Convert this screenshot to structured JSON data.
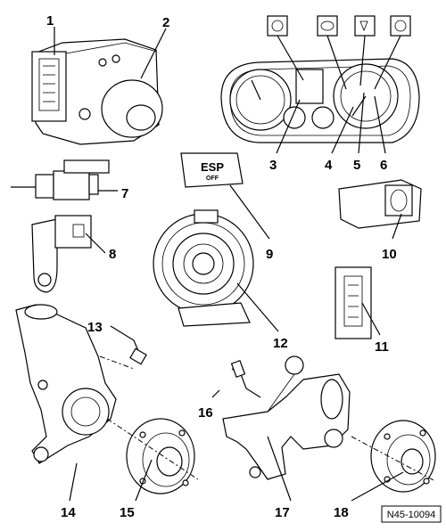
{
  "callouts": [
    "1",
    "2",
    "3",
    "4",
    "5",
    "6",
    "7",
    "8",
    "9",
    "10",
    "11",
    "12",
    "13",
    "14",
    "15",
    "16",
    "17",
    "18"
  ],
  "esp_button": {
    "line1": "ESP",
    "line2": "OFF"
  },
  "figure_ref": "N45-10094"
}
